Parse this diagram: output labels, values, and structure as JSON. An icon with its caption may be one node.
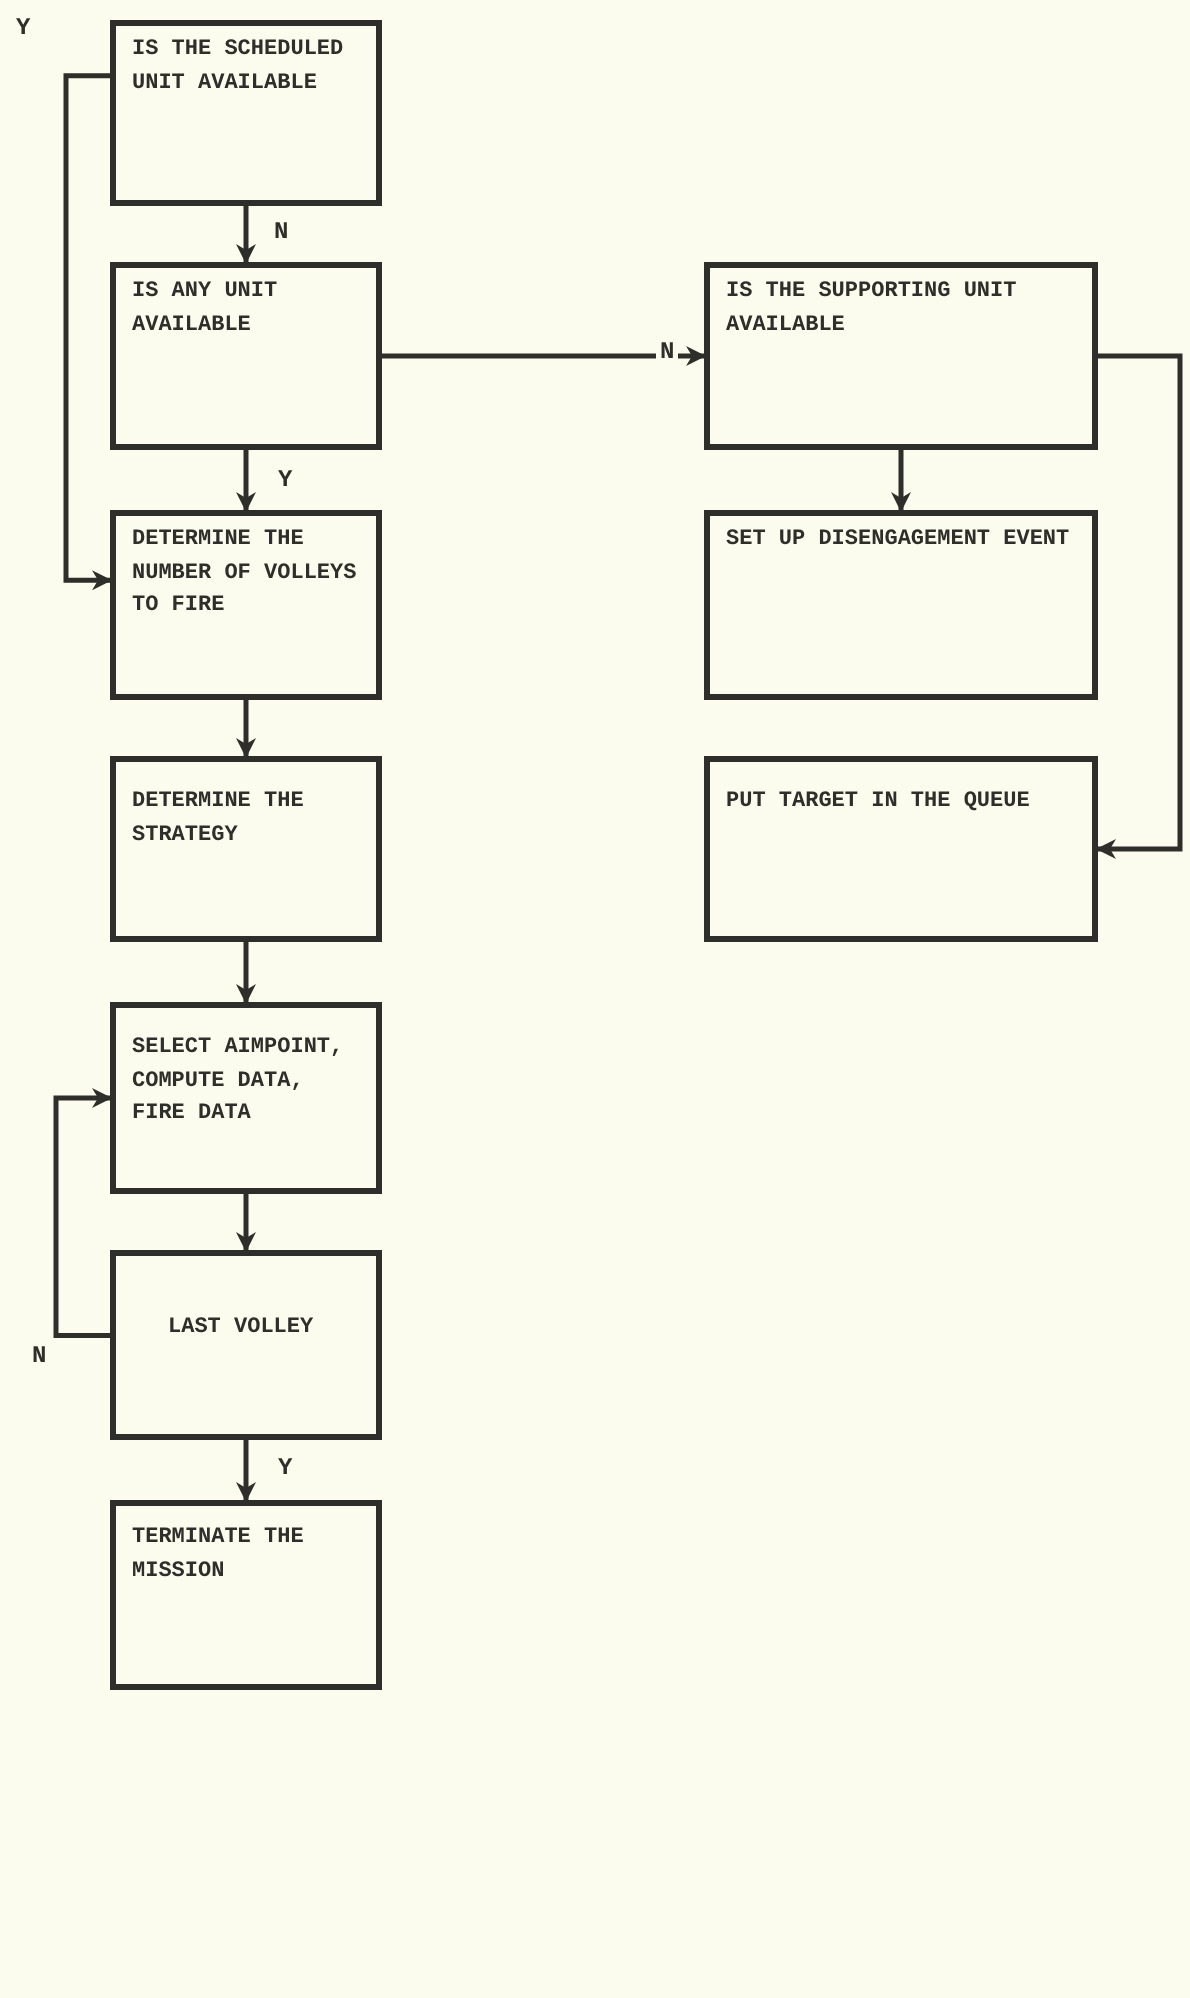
{
  "diagram": {
    "nodes": [
      {
        "text": [
          "IS THE SCHEDULED UNIT AVAILABLE"
        ]
      },
      {
        "text": [
          "IS ANY UNIT AVAILABLE"
        ]
      },
      {
        "text": [
          "IS THE SUPPORTING UNIT AVAILABLE"
        ]
      },
      {
        "text": [
          "DETERMINE THE NUMBER OF VOLLEYS TO FIRE"
        ]
      },
      {
        "text": [
          "SET UP DISENGAGEMENT EVENT"
        ]
      },
      {
        "text": [
          "DETERMINE THE STRATEGY"
        ]
      },
      {
        "text": [
          "PUT TARGET IN THE QUEUE"
        ]
      },
      {
        "text": [
          "SELECT AIMPOINT, COMPUTE DATA, FIRE DATA"
        ]
      },
      {
        "text": [
          "LAST VOLLEY"
        ]
      },
      {
        "text": [
          "TERMINATE THE MISSION"
        ]
      }
    ],
    "edges": [
      {
        "from": 0,
        "to": 1,
        "arrow": "to",
        "label": "N"
      },
      {
        "from": 0,
        "to": 3,
        "arrow": "to",
        "label": "Y"
      },
      {
        "from": 1,
        "to": 2,
        "arrow": "to",
        "label": "N"
      },
      {
        "from": 1,
        "to": 3,
        "arrow": "to",
        "label": "Y"
      },
      {
        "from": 2,
        "to": 4,
        "arrow": "to"
      },
      {
        "from": 2,
        "to": 6,
        "arrow": "to"
      },
      {
        "from": 3,
        "to": 5,
        "arrow": "to"
      },
      {
        "from": 5,
        "to": 7,
        "arrow": "to"
      },
      {
        "from": 7,
        "to": 8,
        "arrow": "to"
      },
      {
        "from": 8,
        "to": 7,
        "arrow": "to",
        "label": "N"
      },
      {
        "from": 8,
        "to": 9,
        "arrow": "to",
        "label": "Y"
      }
    ]
  }
}
